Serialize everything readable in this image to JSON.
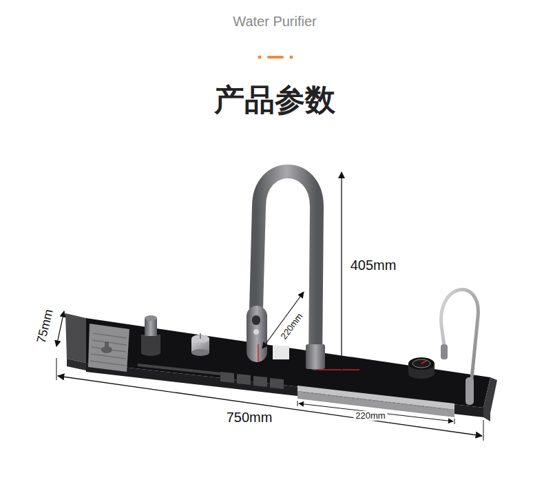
{
  "diagram": {
    "title": "产品参数",
    "labels": [
      "Water Purifier",
      "405mm",
      "220mm",
      "75mm",
      "750mm",
      "220mm"
    ]
  }
}
